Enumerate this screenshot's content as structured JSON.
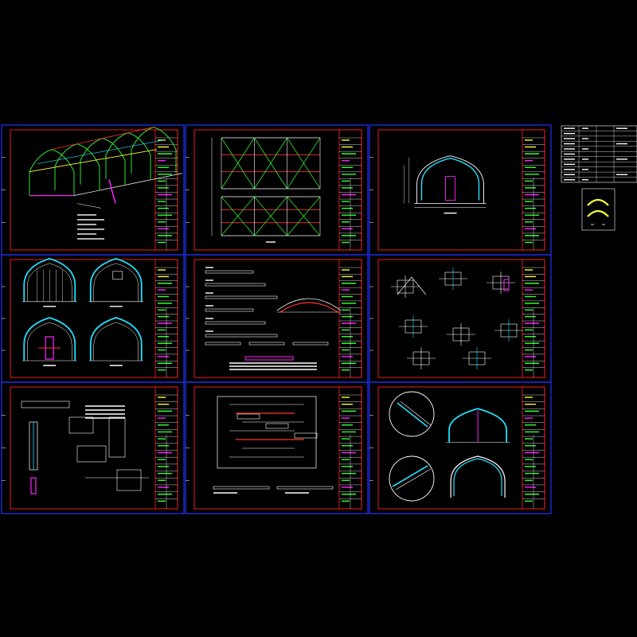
{
  "drawing": {
    "background": "#000000",
    "colors": {
      "frame": "#2233ff",
      "border": "#ff2222",
      "line": "#ffffff",
      "cyan": "#22e0ff",
      "green": "#33ff33",
      "yellow": "#ffff33",
      "magenta": "#ff22ff",
      "red": "#ff3333"
    },
    "sheets": [
      {
        "id": "sheet-1",
        "content": "perspective-frame"
      },
      {
        "id": "sheet-2",
        "content": "bracing-plan"
      },
      {
        "id": "sheet-3",
        "content": "section-arch"
      },
      {
        "id": "sheet-4",
        "content": "arch-elevations"
      },
      {
        "id": "sheet-5",
        "content": "member-details"
      },
      {
        "id": "sheet-6",
        "content": "connection-details"
      },
      {
        "id": "sheet-7",
        "content": "foundation-details"
      },
      {
        "id": "sheet-8",
        "content": "plan-layout"
      },
      {
        "id": "sheet-9",
        "content": "joint-details"
      }
    ],
    "material_table": {
      "rows": 11,
      "columns": 4
    },
    "legend_icon": {
      "name": "arch-symbol-icon"
    }
  }
}
